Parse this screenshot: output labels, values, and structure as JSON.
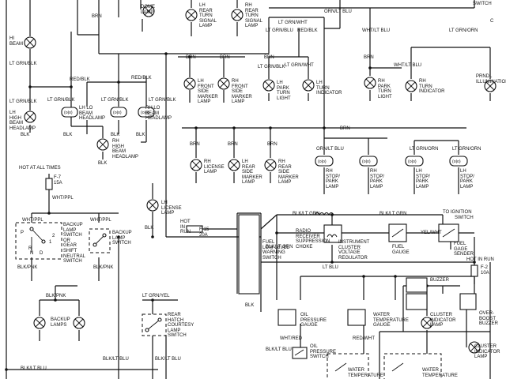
{
  "wire_labels": {
    "brn_top": "BRN",
    "lt_grn_blk_1": "LT GRN/BLK",
    "lt_grn_blk_2": "LT GRN/BLK",
    "lt_grn_blk_3": "LT GRN/BLK",
    "lt_grn_blk_4": "LT GRN/BLK",
    "lt_grn_blk_5": "LT GRN/BLK",
    "red_blk_1": "RED/BLK",
    "red_blk_2": "RED/BLK",
    "red_blk_3": "RED/BLK",
    "blk_1": "BLK",
    "blk_2": "BLK",
    "blk_3": "BLK",
    "blk_4": "BLK",
    "blk_5": "BLK",
    "blk_6": "BLK",
    "blk_7": "BLK",
    "lt_grn_wht_1": "LT GRN/WHT",
    "lt_grn_wht_2": "LT GRN/WHT",
    "lt_grn_blu": "LT GRN/BLU",
    "lt_grn_yel": "LT GRN/YEL",
    "orn_lt_blu_1": "ORN/LT BLU",
    "orn_lt_blu_2": "ORN/LT BLU",
    "lt_grn_orn_1": "LT GRN/ORN",
    "lt_grn_orn_2": "LT GRN/ORN",
    "lt_grn_orn_3": "LT GRN/ORN",
    "wht_lt_blu_1": "WHT/LT BLU",
    "wht_lt_blu_2": "WHT/LT BLU",
    "brn_1": "BRN",
    "brn_2": "BRN",
    "brn_3": "BRN",
    "brn_4": "BRN",
    "brn_5": "BRN",
    "brn_6": "BRN",
    "brn_7": "BRN",
    "brn_8": "BRN",
    "wht_ppl_1": "WHT/PPL",
    "wht_ppl_2": "WHT/PPL",
    "wht_ppl_3": "WHT/PPL",
    "blk_pnk_1": "BLK/PNK",
    "blk_pnk_2": "BLK/PNK",
    "blk_pnk_3": "BLK/PNK",
    "blk_lt_grn_1": "BLK/LT GRN",
    "blk_lt_grn_2": "BLK/LT GRN",
    "blk_lt_grn_3": "BLK/LT GRN",
    "lt_blu": "LT BLU",
    "blk_lt_blu_1": "BLK/LT BLU",
    "blk_lt_blu_2": "BLK/LT BLU",
    "blk_lt_blu_3": "BLK/LT BLU",
    "blk_lt_blu_4": "BLK/LT BLU",
    "yel_wht": "YEL/WHT",
    "wht_red": "WHT/RED",
    "red_wht": "RED/WHT",
    "to_ignition_1": "TO IGNITION",
    "to_ignition_2": "SWITCH"
  },
  "components": {
    "dome_lamp": [
      "DOME",
      "LAMP"
    ],
    "hi_beam": [
      "HI",
      "BEAM"
    ],
    "lh_hi_beam_headlamp": [
      "LH",
      "HIGH",
      "BEAM",
      "HEADLAMP"
    ],
    "lh_lo_beam_headlamp": [
      "LH LO",
      "BEAM",
      "HEADLAMP"
    ],
    "rh_lo_beam_headlamp": [
      "RH LO",
      "BEAM",
      "HEADLAMP"
    ],
    "rh_hi_beam_headlamp": [
      "RH",
      "HIGH",
      "BEAM",
      "HEADLAMP"
    ],
    "lh_rear_turn_signal_lamp": [
      "LH",
      "REAR",
      "TURN",
      "SIGNAL",
      "LAMP"
    ],
    "rh_rear_turn_signal_lamp": [
      "RH",
      "REAR",
      "TURN",
      "SIGNAL",
      "LAMP"
    ],
    "lh_front_side_marker_lamp": [
      "LH",
      "FRONT",
      "SIDE",
      "MARKER",
      "LAMP"
    ],
    "rh_front_side_marker_lamp": [
      "RH",
      "FRONT",
      "SIDE",
      "MARKER",
      "LAMP"
    ],
    "lh_park_turn_light": [
      "LH",
      "PARK",
      "TURN",
      "LIGHT"
    ],
    "lh_turn_indicator": [
      "LH",
      "TURN",
      "INDICATOR"
    ],
    "rh_park_turn_light": [
      "RH",
      "PARK",
      "TURN",
      "LIGHT"
    ],
    "rh_turn_indicator": [
      "RH",
      "TURN",
      "INDICATOR"
    ],
    "prndl_illumination": [
      "PRNDL",
      "ILLUMINATION"
    ],
    "rh_license_lamp": [
      "RH",
      "LICENSE",
      "LAMP"
    ],
    "lh_rear_side_marker_lamp": [
      "LH",
      "REAR",
      "SIDE",
      "MARKER",
      "LAMP"
    ],
    "rh_rear_side_marker_lamp": [
      "RH",
      "REAR",
      "SIDE",
      "MARKER",
      "LAMP"
    ],
    "rh_stop_park_lamp": [
      "RH",
      "STOP/",
      "PARK",
      "LAMP"
    ],
    "rh_stop_park_lamp_2": [
      "RH",
      "STOP/",
      "PARK",
      "LAMP"
    ],
    "lh_stop_park_lamp": [
      "LH",
      "STOP/",
      "PARK",
      "LAMP"
    ],
    "lh_stop_park_lamp_2": [
      "LH",
      "STOP/",
      "PARK",
      "LAMP"
    ],
    "lh_license_lamp": [
      "LH",
      "LICENSE",
      "LAMP"
    ],
    "hot_at_all_times": "HOT AT ALL TIMES",
    "fuse_f7": [
      "F-7",
      "15A"
    ],
    "backup_switch": [
      "BACKUP",
      "LAMP",
      "SWITCH",
      "OR",
      "GEAR",
      "SHIFT",
      "NEUTRAL",
      "SWITCH"
    ],
    "backup_switch_2": [
      "BACKUP",
      "LAMP",
      "SWITCH"
    ],
    "gear_letters": [
      "P",
      "R",
      "N",
      "D",
      "1",
      "2"
    ],
    "backup_lamps": [
      "BACKUP",
      "LAMPS"
    ],
    "hot_in_run_1": [
      "HOT",
      "IN",
      "RUN"
    ],
    "fuse_f15": [
      "F-15",
      "20A"
    ],
    "fuel_low_level": [
      "FUEL",
      "LOW LEVEL",
      "WARNING",
      "SWITCH"
    ],
    "radio_choke": [
      "RADIO",
      "RECEIVER",
      "SUPPRESSION",
      "CHOKE"
    ],
    "instrument_regulator": [
      "INSTRUMENT",
      "CLUSTER",
      "VOLTAGE",
      "REGULATOR"
    ],
    "fuel_gauge": [
      "FUEL",
      "GAUGE"
    ],
    "fuel_gage_sender": [
      "FUEL",
      "GAGE",
      "SENDER"
    ],
    "hot_in_run_2": "HOT IN RUN",
    "fuse_f2": [
      "F-2",
      "10A"
    ],
    "rear_hatch_switch": [
      "REAR",
      "HATCH",
      "COURTESY",
      "LAMP",
      "SWITCH"
    ],
    "oil_pressure_gauge": [
      "OIL",
      "PRESSURE",
      "GAUGE"
    ],
    "oil_pressure_switch": [
      "OIL",
      "PRESSURE",
      "SWITCH"
    ],
    "water_temperature_gauge": [
      "WATER",
      "TEMPERATURE",
      "GAUGE"
    ],
    "buzzer": "BUZZER",
    "cluster_indicator_lamp_1": [
      "CLUSTER",
      "INDICATOR",
      "LAMP"
    ],
    "over_boost_buzzer": [
      "OVER-",
      "BOOST",
      "BUZZER"
    ],
    "cluster_indicator_lamp_2": [
      "CLUSTER",
      "INDICATOR",
      "LAMP"
    ],
    "water_temperature_1": [
      "WATER",
      "TEMPERATURE"
    ],
    "water_temperature_2": [
      "WATER",
      "TEMPERATURE"
    ],
    "switch_top": "SWITCH",
    "connector": "C"
  }
}
